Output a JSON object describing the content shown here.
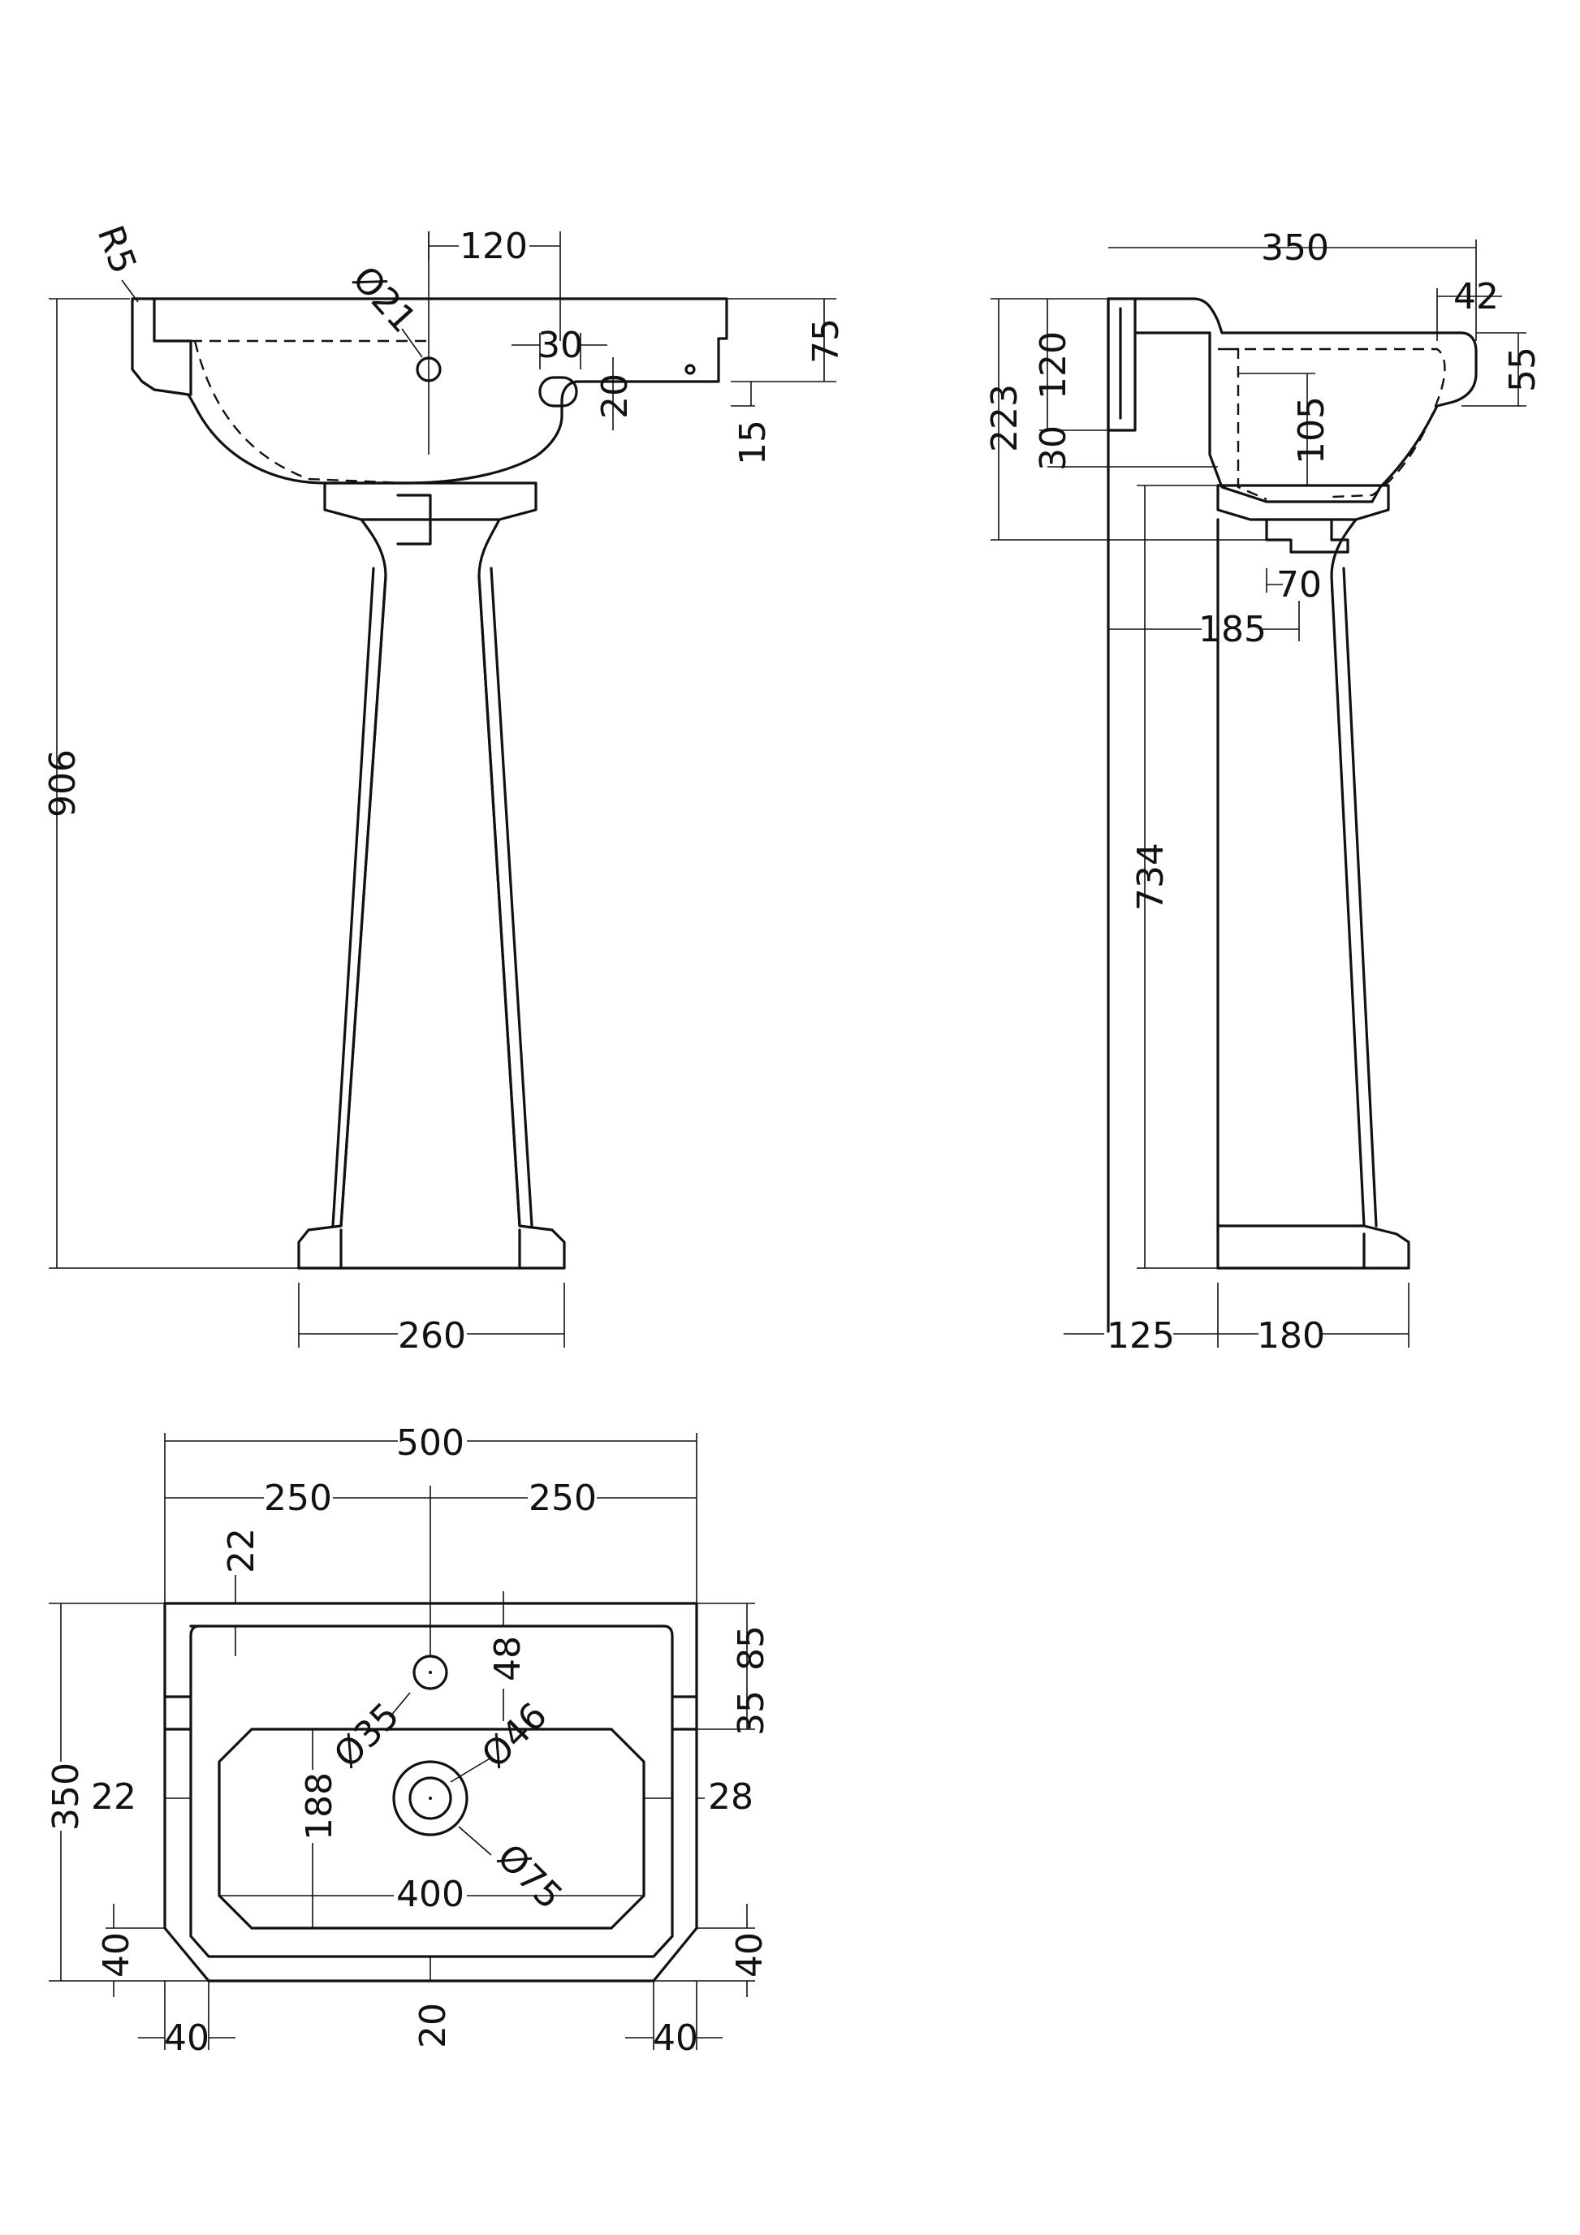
{
  "front_view": {
    "radius": "R5",
    "tap_hole_offset": "120",
    "tap_hole_diameter": "Ø21",
    "overflow_width": "30",
    "overflow_height": "20",
    "rim_height": "75",
    "overflow_drop": "15",
    "total_height": "906",
    "pedestal_base_width": "260"
  },
  "side_view": {
    "depth": "350",
    "rim_lip": "42",
    "lip_height": "55",
    "basin_depth": "223",
    "bracket_height": "120",
    "bracket_offset": "30",
    "inner_depth": "105",
    "waste_width": "70",
    "waste_offset": "185",
    "pedestal_height": "734",
    "wall_to_pedestal": "125",
    "pedestal_depth": "180"
  },
  "plan_view": {
    "overall_width": "500",
    "half_width_left": "250",
    "half_width_right": "250",
    "inner_rim_top": "22",
    "tap_hole_offset": "48",
    "back_margin": "85",
    "shelf_depth": "35",
    "tap_hole_diameter": "Ø35",
    "waste_diameter": "Ø46",
    "outer_waste_diameter": "Ø75",
    "side_rim_left": "22",
    "side_rim_right": "28",
    "bowl_depth": "188",
    "bowl_width": "400",
    "overall_depth": "350",
    "chamfer_left": "40",
    "chamfer_right": "40",
    "front_rim": "20",
    "corner_left": "40",
    "corner_right": "40"
  }
}
